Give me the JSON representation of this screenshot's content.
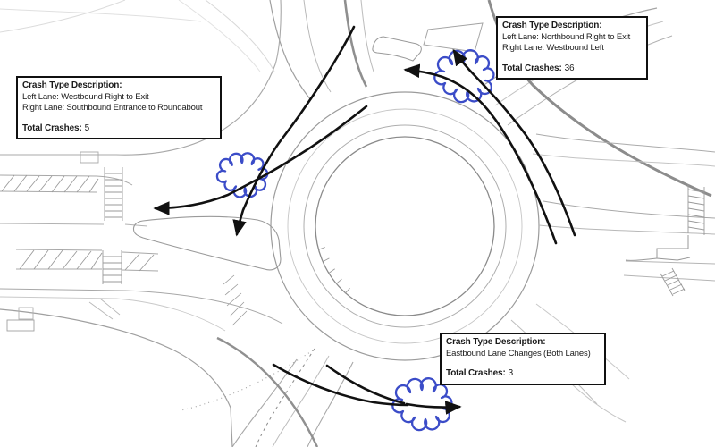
{
  "figure": {
    "kind": "roundabout-crash-type-diagram",
    "annotation_boxes": {
      "northeast": {
        "title": "Crash Type Description:",
        "lines": [
          "Left Lane: Northbound Right to Exit",
          "Right Lane: Westbound Left"
        ],
        "total_label": "Total Crashes:",
        "total_value": "36"
      },
      "west": {
        "title": "Crash Type Description:",
        "lines": [
          "Left Lane: Westbound Right to Exit",
          "Right Lane: Southbound Entrance to Roundabout"
        ],
        "total_label": "Total Crashes:",
        "total_value": "5"
      },
      "south": {
        "title": "Crash Type Description:",
        "lines": [
          "Eastbound Lane Changes (Both Lanes)"
        ],
        "total_label": "Total Crashes:",
        "total_value": "3"
      }
    },
    "colors": {
      "cloud_blue": "#3b4cc8",
      "arrow_black": "#111111",
      "road_gray": "#9a9a9a",
      "box_border": "#101010"
    },
    "markers": {
      "crash_cloud_count": 3,
      "movement_arrow_count": 5
    }
  }
}
